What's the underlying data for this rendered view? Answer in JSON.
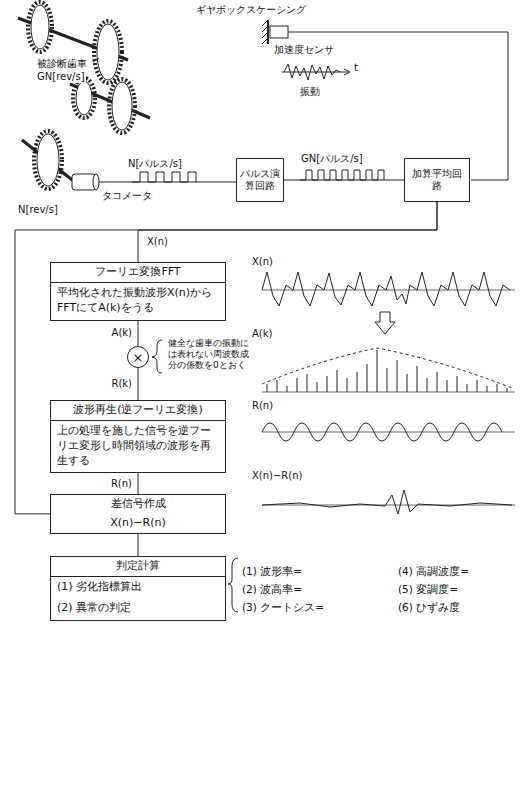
{
  "diagram": {
    "nodes": [
      {
        "text": [
          "パルス演算回路"
        ]
      },
      {
        "text": [
          "加算平均回路"
        ]
      },
      {
        "text": [
          "フーリエ変換FFT",
          "平均化された振動波形X(n)からFFTにてA(k)をうる"
        ]
      },
      {
        "text": [
          "×"
        ]
      },
      {
        "text": [
          "波形再生(逆フーリエ変換)",
          "上の処理を施した信号を逆フーリエ変形し時間領域の波形を再生する"
        ]
      },
      {
        "text": [
          "差信号作成",
          "X(n)−R(n)"
        ]
      },
      {
        "text": [
          "判定計算",
          "(1) 劣化指標算出",
          "(2) 異常の判定"
        ]
      }
    ],
    "edges": [
      {
        "from": 0,
        "to": 1,
        "arrow": "none",
        "label": "GN[パルス/s]"
      },
      {
        "from": 1,
        "to": 2,
        "arrow": "none",
        "label": "X(n)"
      },
      {
        "from": 1,
        "to": 5,
        "arrow": "none"
      },
      {
        "from": 2,
        "to": 3,
        "arrow": "none",
        "label": "A(k)"
      },
      {
        "from": 3,
        "to": 4,
        "arrow": "none",
        "label": "R(k)"
      },
      {
        "from": 4,
        "to": 5,
        "arrow": "none",
        "label": "R(n)"
      },
      {
        "from": 5,
        "to": 6,
        "arrow": "none"
      }
    ],
    "labels": [
      "被診断歯車",
      "GN[rev/s]",
      "ギヤボックスケーシング",
      "加速度センサ",
      "振動",
      "t",
      "N[パルス/s]",
      "タコメータ",
      "N[rev/s]",
      "健全な歯車の振動には表れない周波数成分の係数を0とおく",
      "X(n)",
      "A(k)",
      "R(n)",
      "X(n)−R(n)",
      "(1) 波形率=",
      "(2) 波高率=",
      "(3) クートシス=",
      "(4) 高調波度=",
      "(5) 変調度=",
      "(6) ひずみ度"
    ]
  }
}
